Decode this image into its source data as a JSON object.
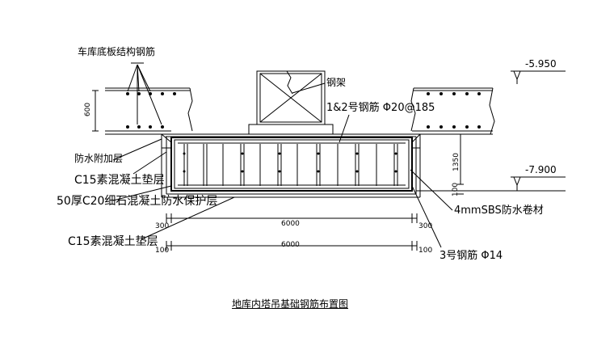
{
  "labels": {
    "garage_slab_rebar": "车库底板结构钢筋",
    "rack": "钢架",
    "rebar_1_2": "1&2号钢筋 Φ20@185",
    "waterproof_add_layer": "防水附加层",
    "c15_cushion_top": "C15素混凝土垫层",
    "c20_protect": "50厚C20细石混凝土防水保护层",
    "c15_cushion_bottom": "C15素混凝土垫层",
    "sbs": "4mmSBS防水卷材",
    "rebar_3": "3号钢筋 Φ14",
    "elev_top": "-5.950",
    "elev_bottom": "-7.900",
    "title": "地库内塔吊基础钢筋布置图"
  },
  "dimensions": {
    "slab_thk": "600",
    "pit_depth": "1350",
    "cushion": "100",
    "left_300": "300",
    "right_300": "300",
    "left_100": "100",
    "right_100": "100",
    "width_inner": "6000",
    "width_outer": "6000"
  },
  "colors": {
    "line": "#000000",
    "background": "#ffffff"
  }
}
